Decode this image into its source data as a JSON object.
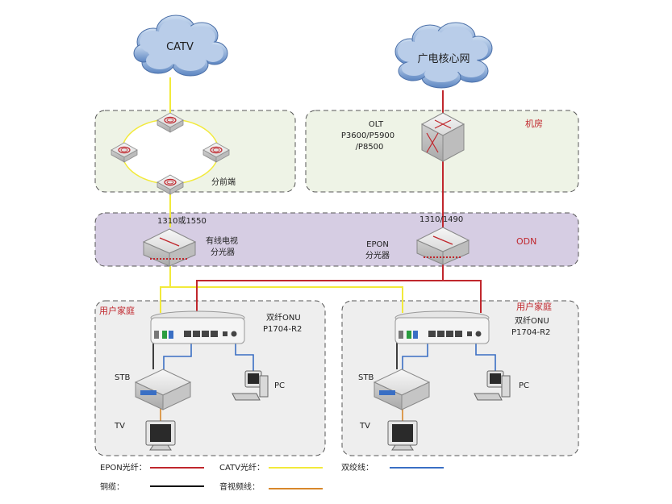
{
  "clouds": {
    "catv": "CATV",
    "core": "广电核心网"
  },
  "zones": {
    "headend": "分前端",
    "machine_room": "机房",
    "odn": "ODN",
    "home_left": "用户家庭",
    "home_right": "用户家庭"
  },
  "olt": {
    "line1": "OLT",
    "line2": "P3600/P5900",
    "line3": "/P8500"
  },
  "wavelengths": {
    "catv": "1310或1550",
    "epon": "1310/1490"
  },
  "splitters": {
    "catv_line1": "有线电视",
    "catv_line2": "分光器",
    "epon_line1": "EPON",
    "epon_line2": "分光器"
  },
  "onu": {
    "line1": "双纤ONU",
    "line2": "P1704-R2"
  },
  "devices": {
    "stb": "STB",
    "tv": "TV",
    "pc": "PC"
  },
  "legend": {
    "epon_fiber": "EPON光纤：",
    "catv_fiber": "CATV光纤：",
    "twisted_pair": "双绞线：",
    "copper": "铜缆：",
    "av_line": "音视频线："
  },
  "colors": {
    "epon_fiber": "#c0272d",
    "catv_fiber": "#f2ea3b",
    "twisted_pair": "#3a6fc4",
    "copper": "#111111",
    "av_line": "#d8872a",
    "zone_grey": "#eeeeee",
    "zone_green": "#eef3e6",
    "zone_purple": "#d6cde3"
  }
}
